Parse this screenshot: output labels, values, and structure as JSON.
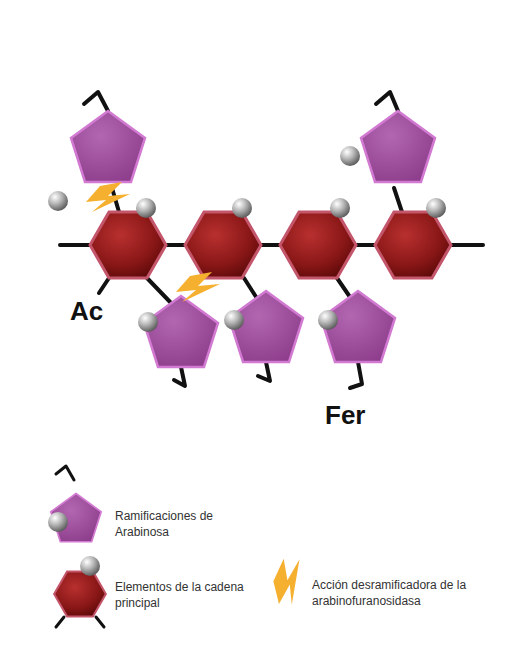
{
  "diagram": {
    "labels": [
      "Ac",
      "Fer"
    ],
    "legend": [
      {
        "text": "Ramificaciones de Arabinosa"
      },
      {
        "text": "Elementos de la cadena principal"
      },
      {
        "text": "Acción desramificadora de la arabinofuranosidasa"
      }
    ]
  }
}
